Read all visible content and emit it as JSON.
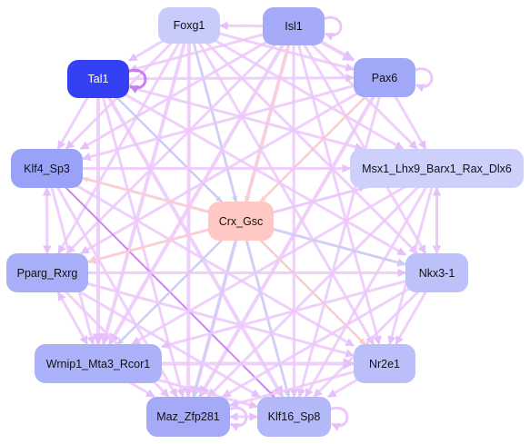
{
  "diagram": {
    "nodes": [
      {
        "id": "foxg1",
        "label": "Foxg1",
        "color": "#c8ccfb"
      },
      {
        "id": "isl1",
        "label": "Isl1",
        "color": "#a5abf8"
      },
      {
        "id": "tal1",
        "label": "Tal1",
        "color": "#3440f3",
        "text_color": "#ffffff"
      },
      {
        "id": "pax6",
        "label": "Pax6",
        "color": "#a2a8f8"
      },
      {
        "id": "klf4",
        "label": "Klf4_Sp3",
        "color": "#9aa2f7"
      },
      {
        "id": "msx1",
        "label": "Msx1_Lhx9_Barx1_Rax_Dlx6",
        "color": "#cdd0fb"
      },
      {
        "id": "crx",
        "label": "Crx_Gsc",
        "color": "#ffc8c4"
      },
      {
        "id": "pparg",
        "label": "Pparg_Rxrg",
        "color": "#a8aef8"
      },
      {
        "id": "nkx3",
        "label": "Nkx3-1",
        "color": "#bcc1fa"
      },
      {
        "id": "wrnip1",
        "label": "Wrnip1_Mta3_Rcor1",
        "color": "#acb2f9"
      },
      {
        "id": "nr2e1",
        "label": "Nr2e1",
        "color": "#babff9"
      },
      {
        "id": "maz",
        "label": "Maz_Zfp281",
        "color": "#a4aaf8"
      },
      {
        "id": "klf16",
        "label": "Klf16_Sp8",
        "color": "#b3b8f9"
      }
    ],
    "palette": {
      "activation": "#ecc8fa",
      "activation_strong": "#c77ff0",
      "repression": "#c6d0f4",
      "repression_warm": "#ffcfc4"
    }
  }
}
